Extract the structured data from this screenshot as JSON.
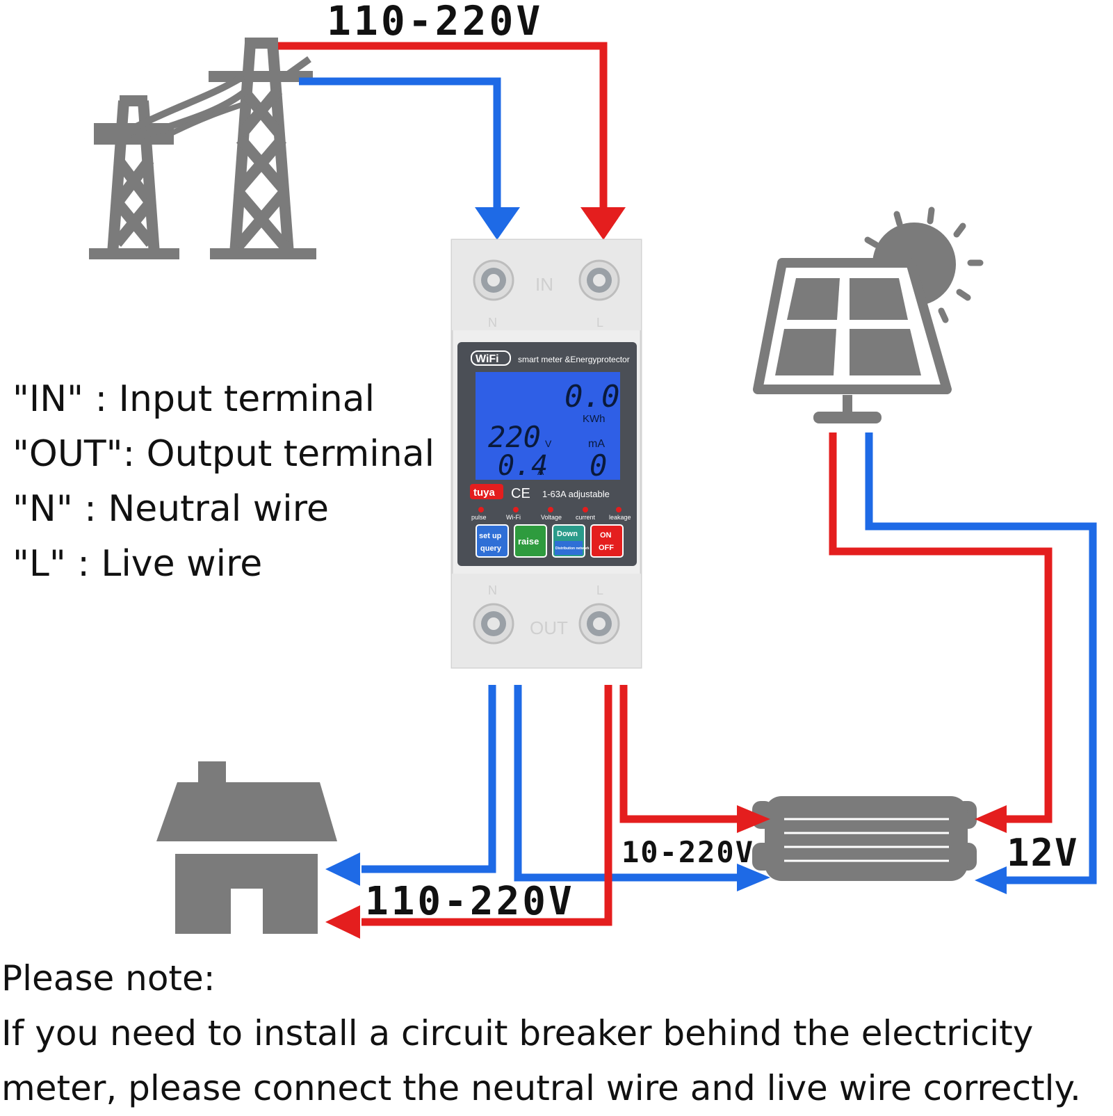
{
  "labels": {
    "top_voltage": "110-220V",
    "house_voltage": "110-220V",
    "inverter_out_voltage": "10-220V",
    "panel_voltage": "12V"
  },
  "legend": [
    "\"IN\" : Input terminal",
    "\"OUT\": Output terminal",
    "\"N\" : Neutral wire",
    "\"L\" : Live wire"
  ],
  "note": {
    "heading": "Please note:",
    "line1": "If you need to install a circuit breaker behind the electricity",
    "line2": "meter, please connect the neutral wire and live wire correctly."
  },
  "device": {
    "wifi_badge": "WiFi",
    "title": "smart meter &Energyprotector",
    "energy_value": "0.0",
    "energy_unit": "KWh",
    "voltage_value": "220",
    "voltage_unit": "V",
    "current_value": "0.4",
    "current_unit": "A",
    "leak_unit": "mA",
    "leak_value": "0",
    "brand": "tuya",
    "ce_mark": "CE",
    "rating": "1-63A adjustable",
    "indicators": [
      "pulse",
      "Wi-Fi",
      "Voltage",
      "current",
      "leakage"
    ],
    "buttons": {
      "setup_line1": "set up",
      "setup_line2": "query",
      "raise": "raise",
      "down_line1": "Down",
      "down_line2": "Distribution network",
      "on": "ON",
      "off": "OFF"
    },
    "terminal_top_label": "IN",
    "terminal_bottom_label": "OUT",
    "neutral_mark": "N",
    "live_mark": "L"
  },
  "colors": {
    "live_wire": "#e41e1e",
    "neutral_wire": "#1e6ae6",
    "icon_gray": "#7b7b7b",
    "device_body": "#eeeeee",
    "device_face": "#4b4f56",
    "lcd": "#2f5fe6"
  }
}
